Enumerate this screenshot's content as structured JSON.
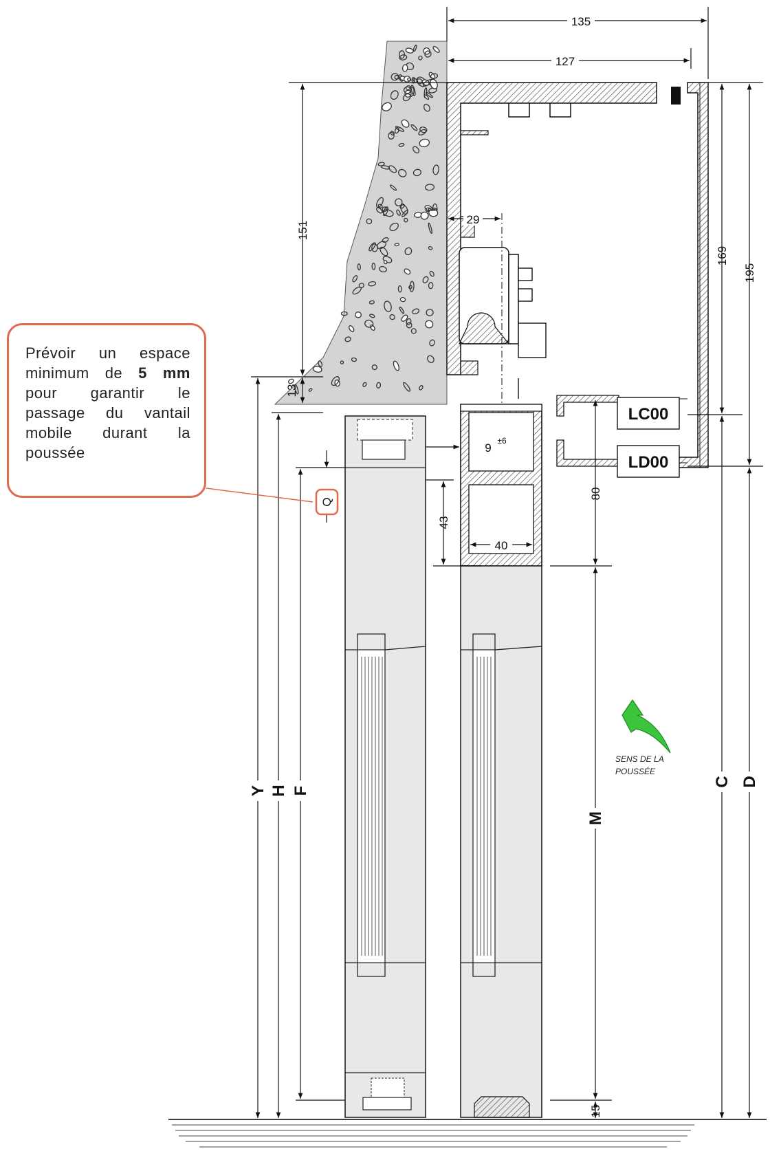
{
  "note": {
    "text_before": "Prévoir un espace minimum de",
    "text_bold": "5 mm",
    "text_after": "pour garantir le passage du vantail mobile durant la poussée"
  },
  "dimensions": {
    "d135": "135",
    "d127": "127",
    "d151": "151",
    "d13": "13",
    "d29": "29",
    "d9": "9",
    "d9_tol": "±6",
    "d43": "43",
    "d40": "40",
    "d80": "80",
    "d169": "169",
    "d195": "195",
    "d15": "15"
  },
  "letters": {
    "Y": "Y",
    "H": "H",
    "F": "F",
    "M": "M",
    "C": "C",
    "D": "D",
    "Q": "Q"
  },
  "profiles": {
    "lc": "LC00",
    "ld": "LD00"
  },
  "push": {
    "line1": "SENS DE LA",
    "line2": "POUSSÉE"
  },
  "colors": {
    "callout": "#e06a4e",
    "arrow": "#3cc43c",
    "concrete": "#d4d4d4",
    "leaf": "#e6e6e6"
  }
}
